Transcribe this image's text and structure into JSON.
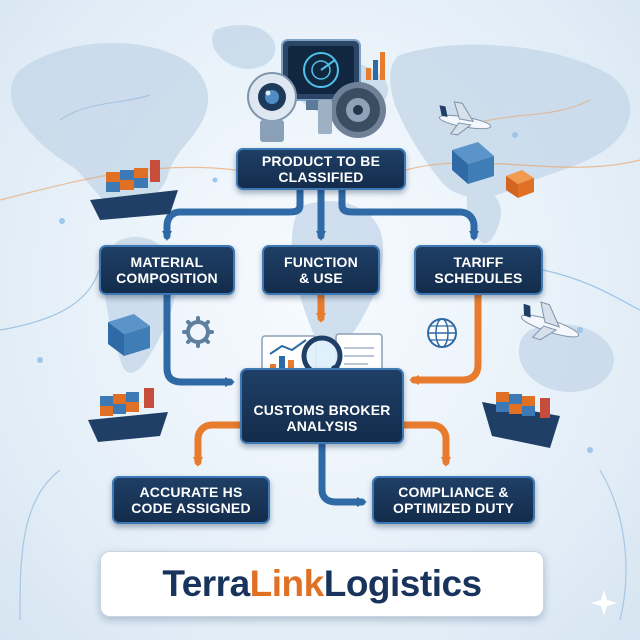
{
  "flow": {
    "product": "PRODUCT TO BE CLASSIFIED",
    "product_lines": [
      "PRODUCT TO BE",
      "CLASSIFIED"
    ],
    "factors": [
      {
        "lines": [
          "MATERIAL",
          "COMPOSITION"
        ]
      },
      {
        "lines": [
          "FUNCTION",
          "& USE"
        ]
      },
      {
        "lines": [
          "TARIFF",
          "SCHEDULES"
        ]
      }
    ],
    "analysis_lines": [
      "CUSTOMS BROKER",
      "ANALYSIS"
    ],
    "outcomes": [
      {
        "lines": [
          "ACCURATE HS",
          "CODE ASSIGNED"
        ]
      },
      {
        "lines": [
          "COMPLIANCE &",
          "OPTIMIZED DUTY"
        ]
      }
    ]
  },
  "brand": {
    "logo_text": "TerraLinkLogistics",
    "logo_parts": [
      "Terra",
      "Link",
      "Logistics"
    ]
  },
  "colors": {
    "box_fill": "#17355a",
    "box_border": "#3d79b5",
    "arrow_blue": "#2f6aa6",
    "arrow_orange": "#e77b2e",
    "brand_navy": "#18345c",
    "brand_orange": "#e07024",
    "background": "#e8f1f9"
  },
  "icons": [
    "world-map-icon",
    "camera-sensor-icon",
    "monitor-radar-icon",
    "bar-chart-icon",
    "engine-part-icon",
    "cargo-ship-icon",
    "airplane-icon",
    "shipping-container-icon",
    "gear-icon",
    "globe-icon",
    "magnifier-icon",
    "document-chart-icon",
    "sparkle-icon"
  ]
}
